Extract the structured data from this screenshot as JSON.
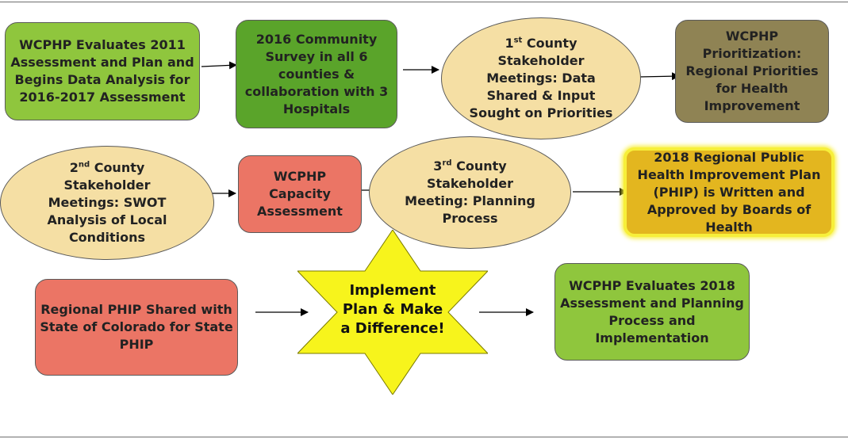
{
  "diagram": {
    "nodes": {
      "n1": {
        "lines": [
          "WCPHP Evaluates 2011",
          "Assessment and Plan and",
          "Begins Data Analysis for",
          "2016-2017 Assessment"
        ],
        "fill": "#8fc63d"
      },
      "n2": {
        "lines": [
          "2016 Community",
          "Survey in all 6",
          "counties &",
          "collaboration with 3",
          "Hospitals"
        ],
        "fill": "#5aa42a"
      },
      "n3": {
        "sup": "st",
        "lines": [
          "1",
          " County",
          "Stakeholder",
          "Meetings: Data",
          "Shared & Input",
          "Sought on Priorities"
        ],
        "fill": "#f5dfa4"
      },
      "n4": {
        "lines": [
          "WCPHP",
          "Prioritization:",
          "Regional Priorities",
          "for Health",
          "Improvement"
        ],
        "fill": "#8f8354"
      },
      "n5": {
        "sup": "nd",
        "lines": [
          "2",
          " County",
          "Stakeholder",
          "Meetings: SWOT",
          "Analysis of Local",
          "Conditions"
        ],
        "fill": "#f5dfa4"
      },
      "n6": {
        "lines": [
          "WCPHP",
          "Capacity",
          "Assessment"
        ],
        "fill": "#eb7565"
      },
      "n7": {
        "sup": "rd",
        "lines": [
          "3",
          " County",
          "Stakeholder",
          "Meeting: Planning",
          "Process"
        ],
        "fill": "#f5dfa4"
      },
      "n8": {
        "lines": [
          "2018 Regional Public",
          "Health Improvement Plan",
          "(PHIP) is Written and",
          "Approved by Boards of",
          "Health"
        ],
        "fill": "#e3b61f",
        "glow": "#f7ef3a"
      },
      "n9": {
        "lines": [
          "Regional PHIP Shared with",
          "State of Colorado for State",
          "PHIP"
        ],
        "fill": "#eb7565"
      },
      "n10": {
        "lines": [
          "Implement",
          "Plan & Make",
          "a Difference!"
        ],
        "fill": "#f7f41c"
      },
      "n11": {
        "lines": [
          "WCPHP Evaluates 2018",
          "Assessment and Planning",
          "Process and",
          "Implementation"
        ],
        "fill": "#8fc63d"
      }
    },
    "edges": [
      {
        "from": "n1",
        "to": "n2"
      },
      {
        "from": "n2",
        "to": "n3"
      },
      {
        "from": "n3",
        "to": "n4"
      },
      {
        "from": "n5",
        "to": "n6"
      },
      {
        "from": "n6",
        "to": "n7"
      },
      {
        "from": "n7",
        "to": "n8"
      },
      {
        "from": "n9",
        "to": "n10"
      },
      {
        "from": "n10",
        "to": "n11"
      }
    ]
  }
}
